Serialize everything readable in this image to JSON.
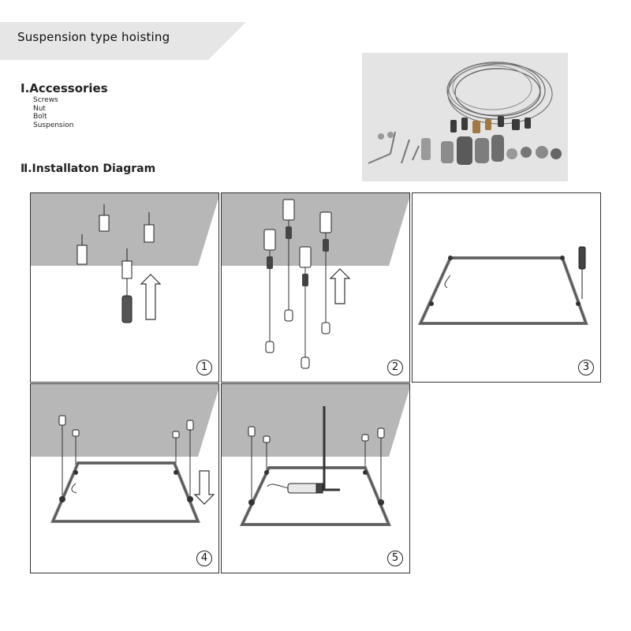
{
  "header": {
    "title": "Suspension type hoisting"
  },
  "section1": {
    "heading": "Ⅰ.Accessories",
    "items": [
      "Screws",
      "Nut",
      "Bolt",
      "Suspension"
    ]
  },
  "section2": {
    "heading": "Ⅱ.Installaton Diagram"
  },
  "steps": [
    {
      "num": "1"
    },
    {
      "num": "2"
    },
    {
      "num": "3"
    },
    {
      "num": "4"
    },
    {
      "num": "5"
    }
  ],
  "colors": {
    "ceiling": "#b7b7b7",
    "banner": "#e6e6e6",
    "frame": "#888888",
    "photo_bg": "#e4e4e4"
  }
}
